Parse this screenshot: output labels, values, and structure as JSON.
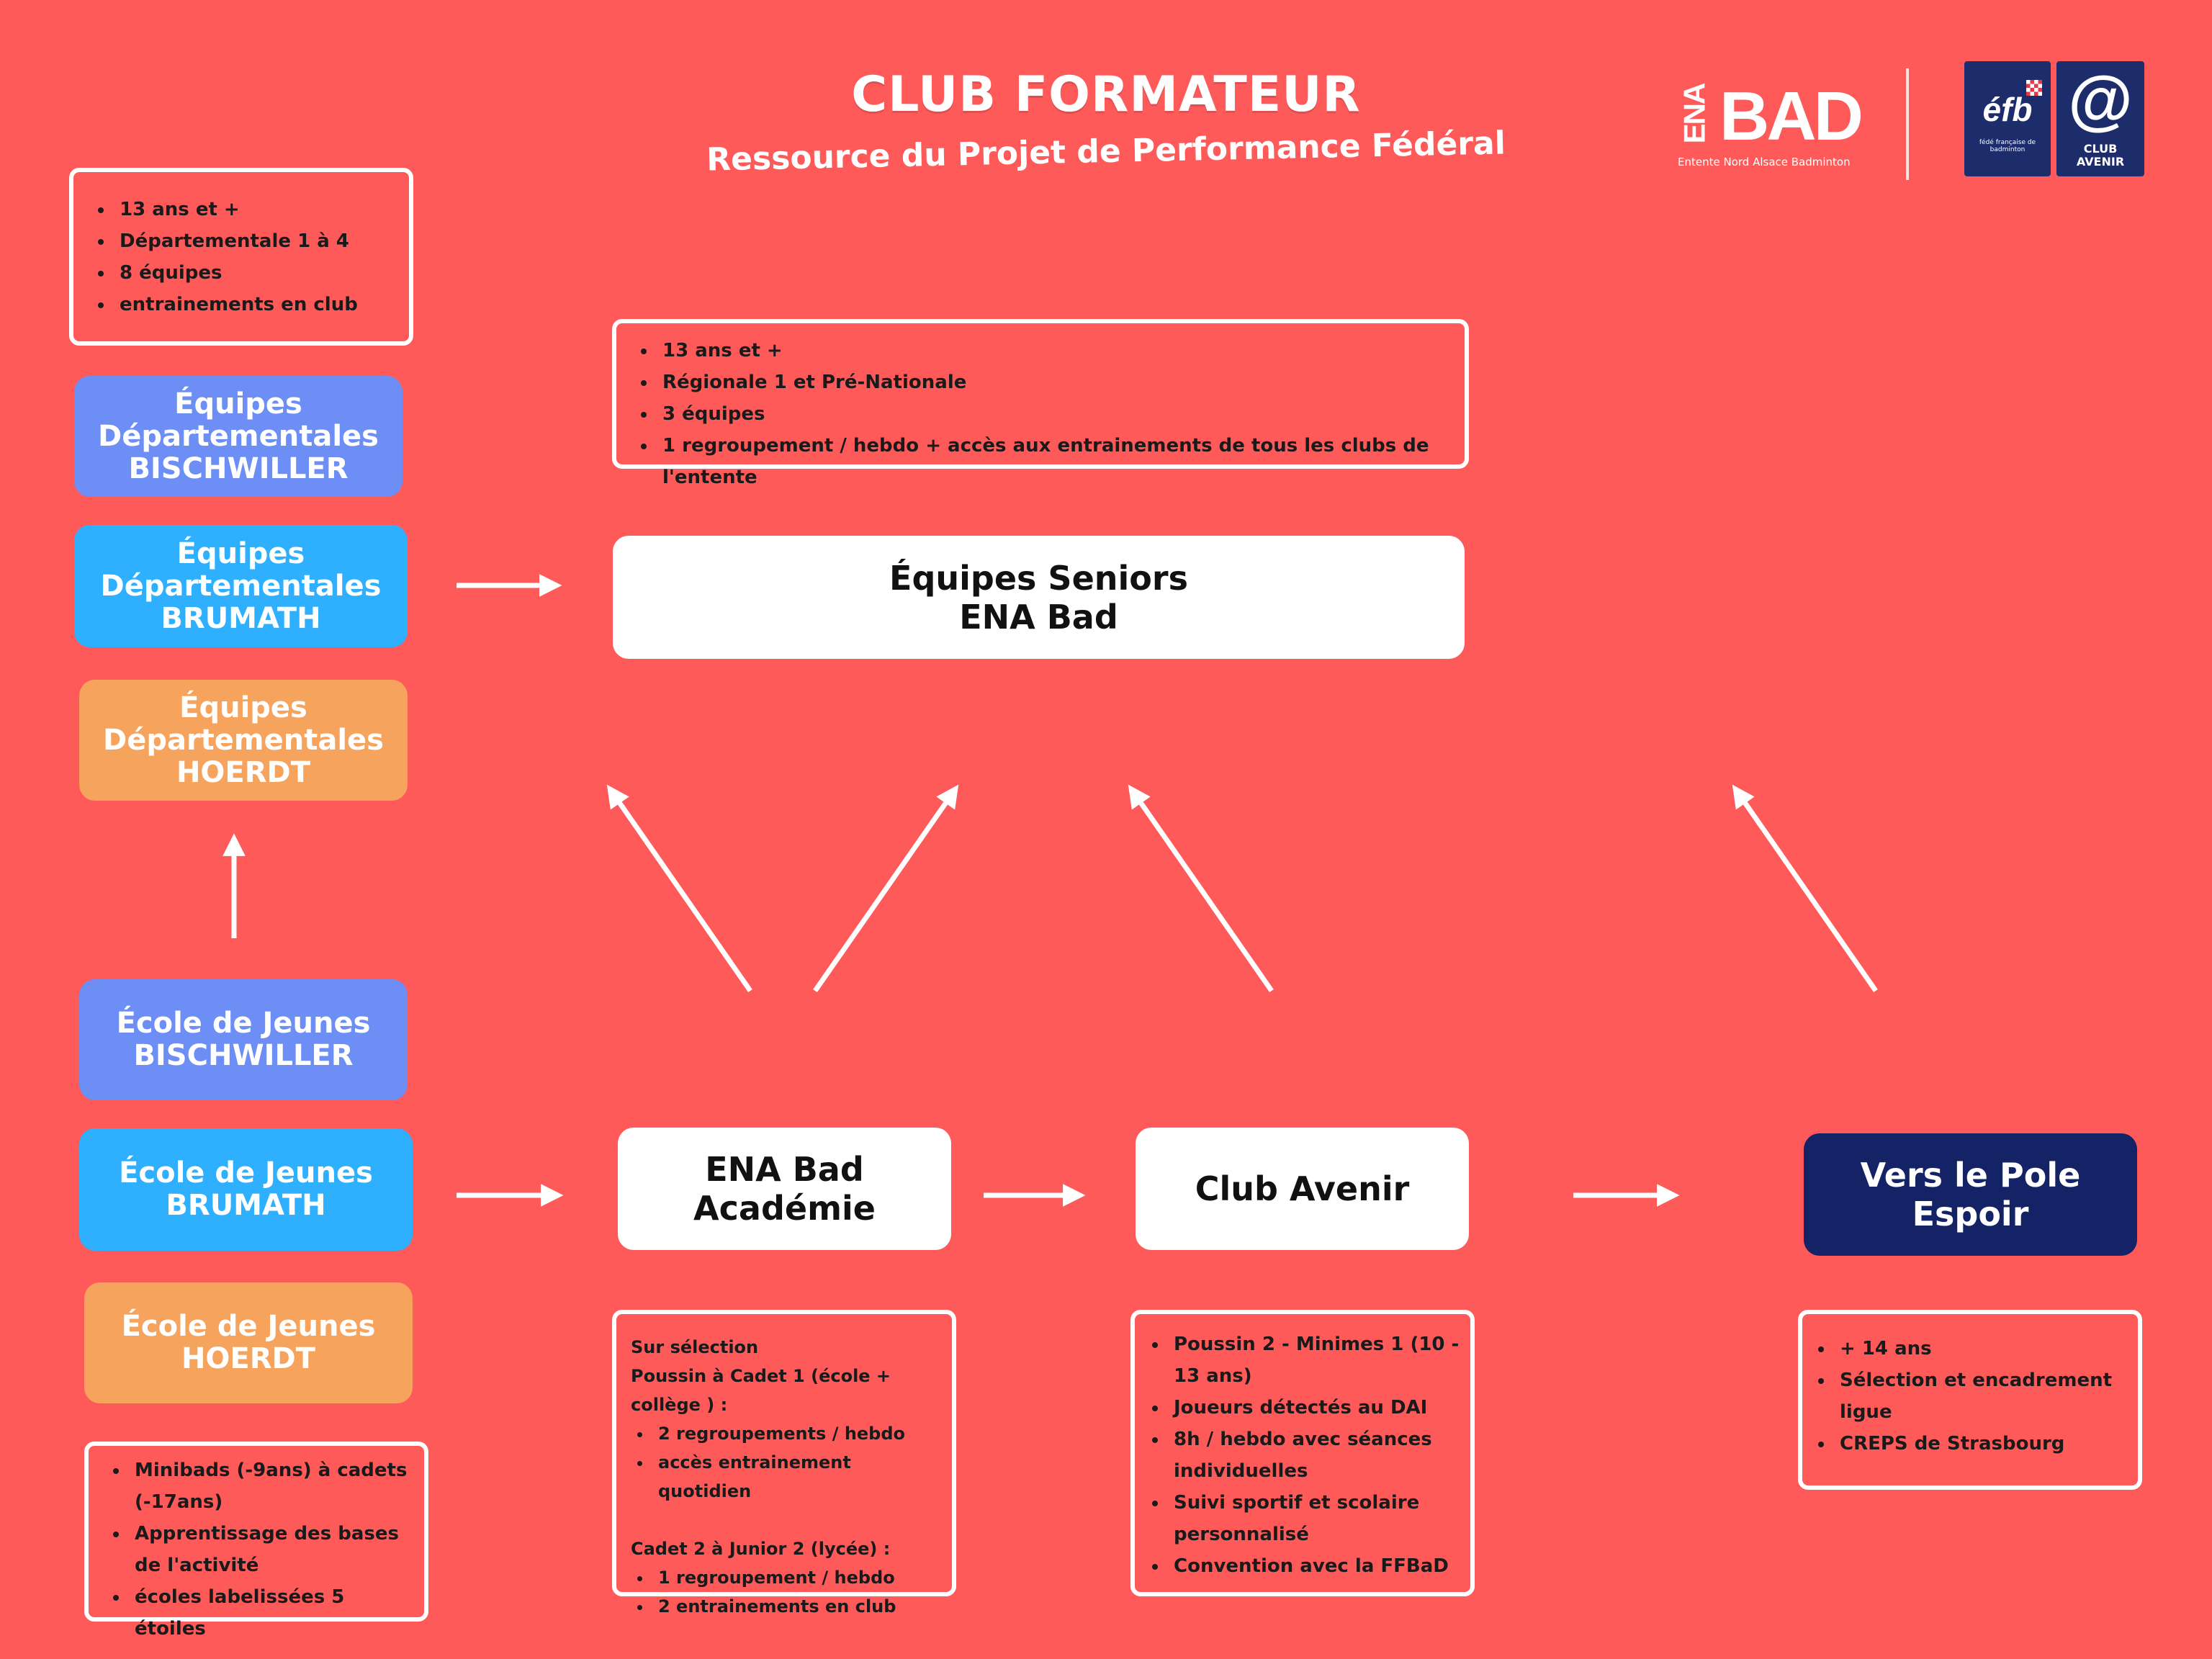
{
  "header": {
    "title": "CLUB FORMATEUR",
    "subtitle": "Ressource du Projet de Performance Fédéral"
  },
  "logos": {
    "ena_bad": {
      "mark_left": "ENA",
      "mark_right": "BAD",
      "caption": "Entente Nord Alsace Badminton"
    },
    "ffbad": {
      "mark": "éfb",
      "fine_print": "fédé française de badminton"
    },
    "club_avenir": {
      "mark": "@",
      "caption_line1": "CLUB",
      "caption_line2": "AVENIR"
    }
  },
  "boxes": {
    "dept_info": [
      "13 ans et +",
      "Départementale 1 à 4",
      "8 équipes",
      "entrainements en club"
    ],
    "seniors_info": [
      "13 ans et +",
      "Régionale 1 et Pré-Nationale",
      "3 équipes",
      "1 regroupement / hebdo + accès aux entrainements de tous les clubs de l'entente"
    ],
    "dept_bischwiller": [
      "Équipes",
      "Départementales",
      "BISCHWILLER"
    ],
    "dept_brumath": [
      "Équipes",
      "Départementales",
      "BRUMATH"
    ],
    "dept_hoerdt": [
      "Équipes",
      "Départementales",
      "HOERDT"
    ],
    "seniors": [
      "Équipes Seniors",
      "ENA Bad"
    ],
    "ecole_bischwiller": [
      "École de Jeunes",
      "BISCHWILLER"
    ],
    "ecole_brumath": [
      "École de Jeunes",
      "BRUMATH"
    ],
    "ecole_hoerdt": [
      "École de Jeunes",
      "HOERDT"
    ],
    "academie": [
      "ENA Bad",
      "Académie"
    ],
    "club_avenir": [
      "Club Avenir"
    ],
    "pole_espoir": [
      "Vers le Pole",
      "Espoir"
    ],
    "ecole_info": [
      "Minibads (-9ans) à cadets (-17ans)",
      "Apprentissage des bases de l'activité",
      "écoles labelissées 5 étoiles"
    ],
    "academie_info": {
      "heading": "Sur sélection",
      "group1_title": "Poussin à Cadet 1 (école + collège ) :",
      "group1_items": [
        "2 regroupements / hebdo",
        "accès entrainement quotidien"
      ],
      "group2_title": "Cadet 2 à Junior  2 (lycée) :",
      "group2_items": [
        "1 regroupement / hebdo",
        "2 entrainements en club"
      ]
    },
    "avenir_info": [
      "Poussin 2 - Minimes 1 (10 - 13 ans)",
      "Joueurs détectés au DAI",
      "8h / hebdo avec séances individuelles",
      "Suivi sportif et scolaire personnalisé",
      "Convention avec la FFBaD"
    ],
    "pole_info": [
      "+ 14 ans",
      "Sélection et encadrement ligue",
      "CREPS de Strasbourg"
    ]
  },
  "colors": {
    "background": "#ff5a5a",
    "bischwiller": "#6c8ef5",
    "brumath": "#2fb0ff",
    "hoerdt": "#f6a35e",
    "pole_espoir": "#142266",
    "white": "#ffffff"
  }
}
